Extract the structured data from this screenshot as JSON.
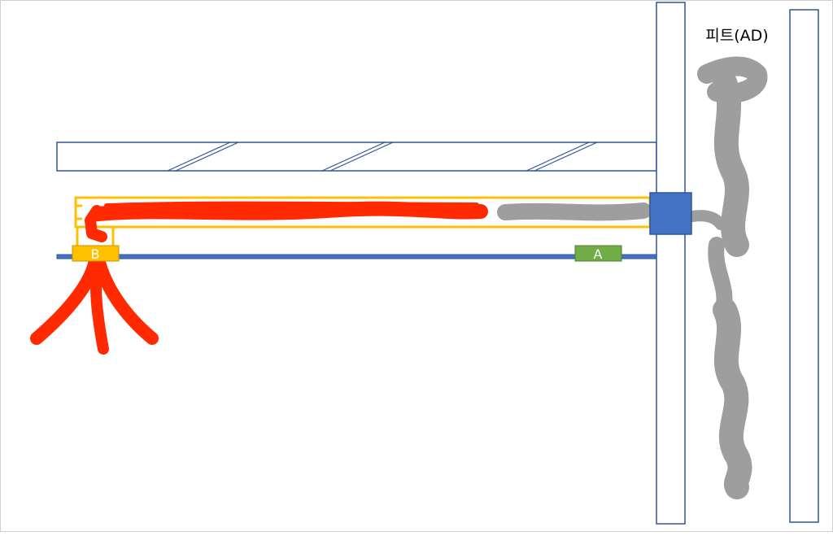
{
  "diagram": {
    "shaft_label": "피트(AD)",
    "marker_a": "A",
    "marker_b": "B"
  },
  "colors": {
    "outline_blue": "#2f5597",
    "junction_blue": "#4472c4",
    "tray_yellow": "#ffc000",
    "marker_a_green": "#70ad47",
    "marker_b_yellow": "#ffc000",
    "path_red": "#ff2a00",
    "path_gray": "#9e9e9e",
    "marker_text": "#ffffff"
  }
}
